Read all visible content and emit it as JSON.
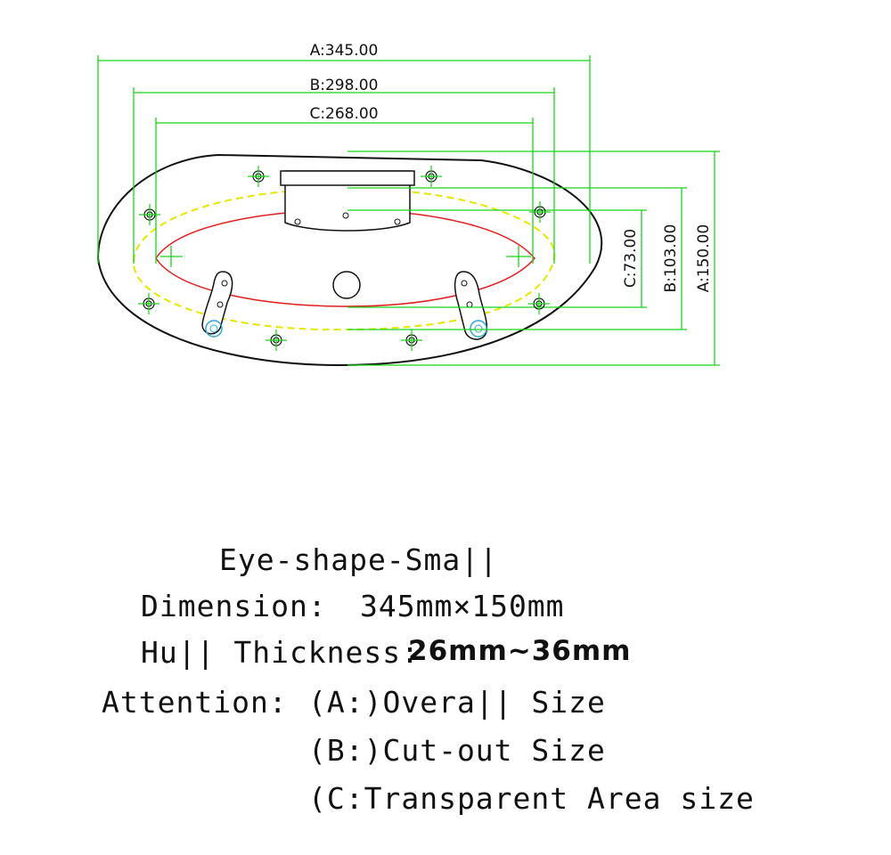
{
  "dimensions": {
    "a_width": "A:345.00",
    "b_width": "B:298.00",
    "c_width": "C:268.00",
    "a_height": "A:150.00",
    "b_height": "B:103.00",
    "c_height": "C:73.00"
  },
  "caption": {
    "title": "Eye-shape-Sma||",
    "dimension_label": "Dimension:",
    "dimension_value": "345mm×150mm",
    "hull_label": "Hu|| Thickness:",
    "hull_value": "26mm~36mm",
    "attention_label": "Attention:",
    "item_a": "(A:)Overa|| Size",
    "item_b": "(B:)Cut-out Size",
    "item_c": "(C:Transparent Area size"
  },
  "colors": {
    "dimension_line": "#19d419",
    "outline": "#111111",
    "cutout": "#e6e600",
    "transparent_area": "#e02020"
  }
}
